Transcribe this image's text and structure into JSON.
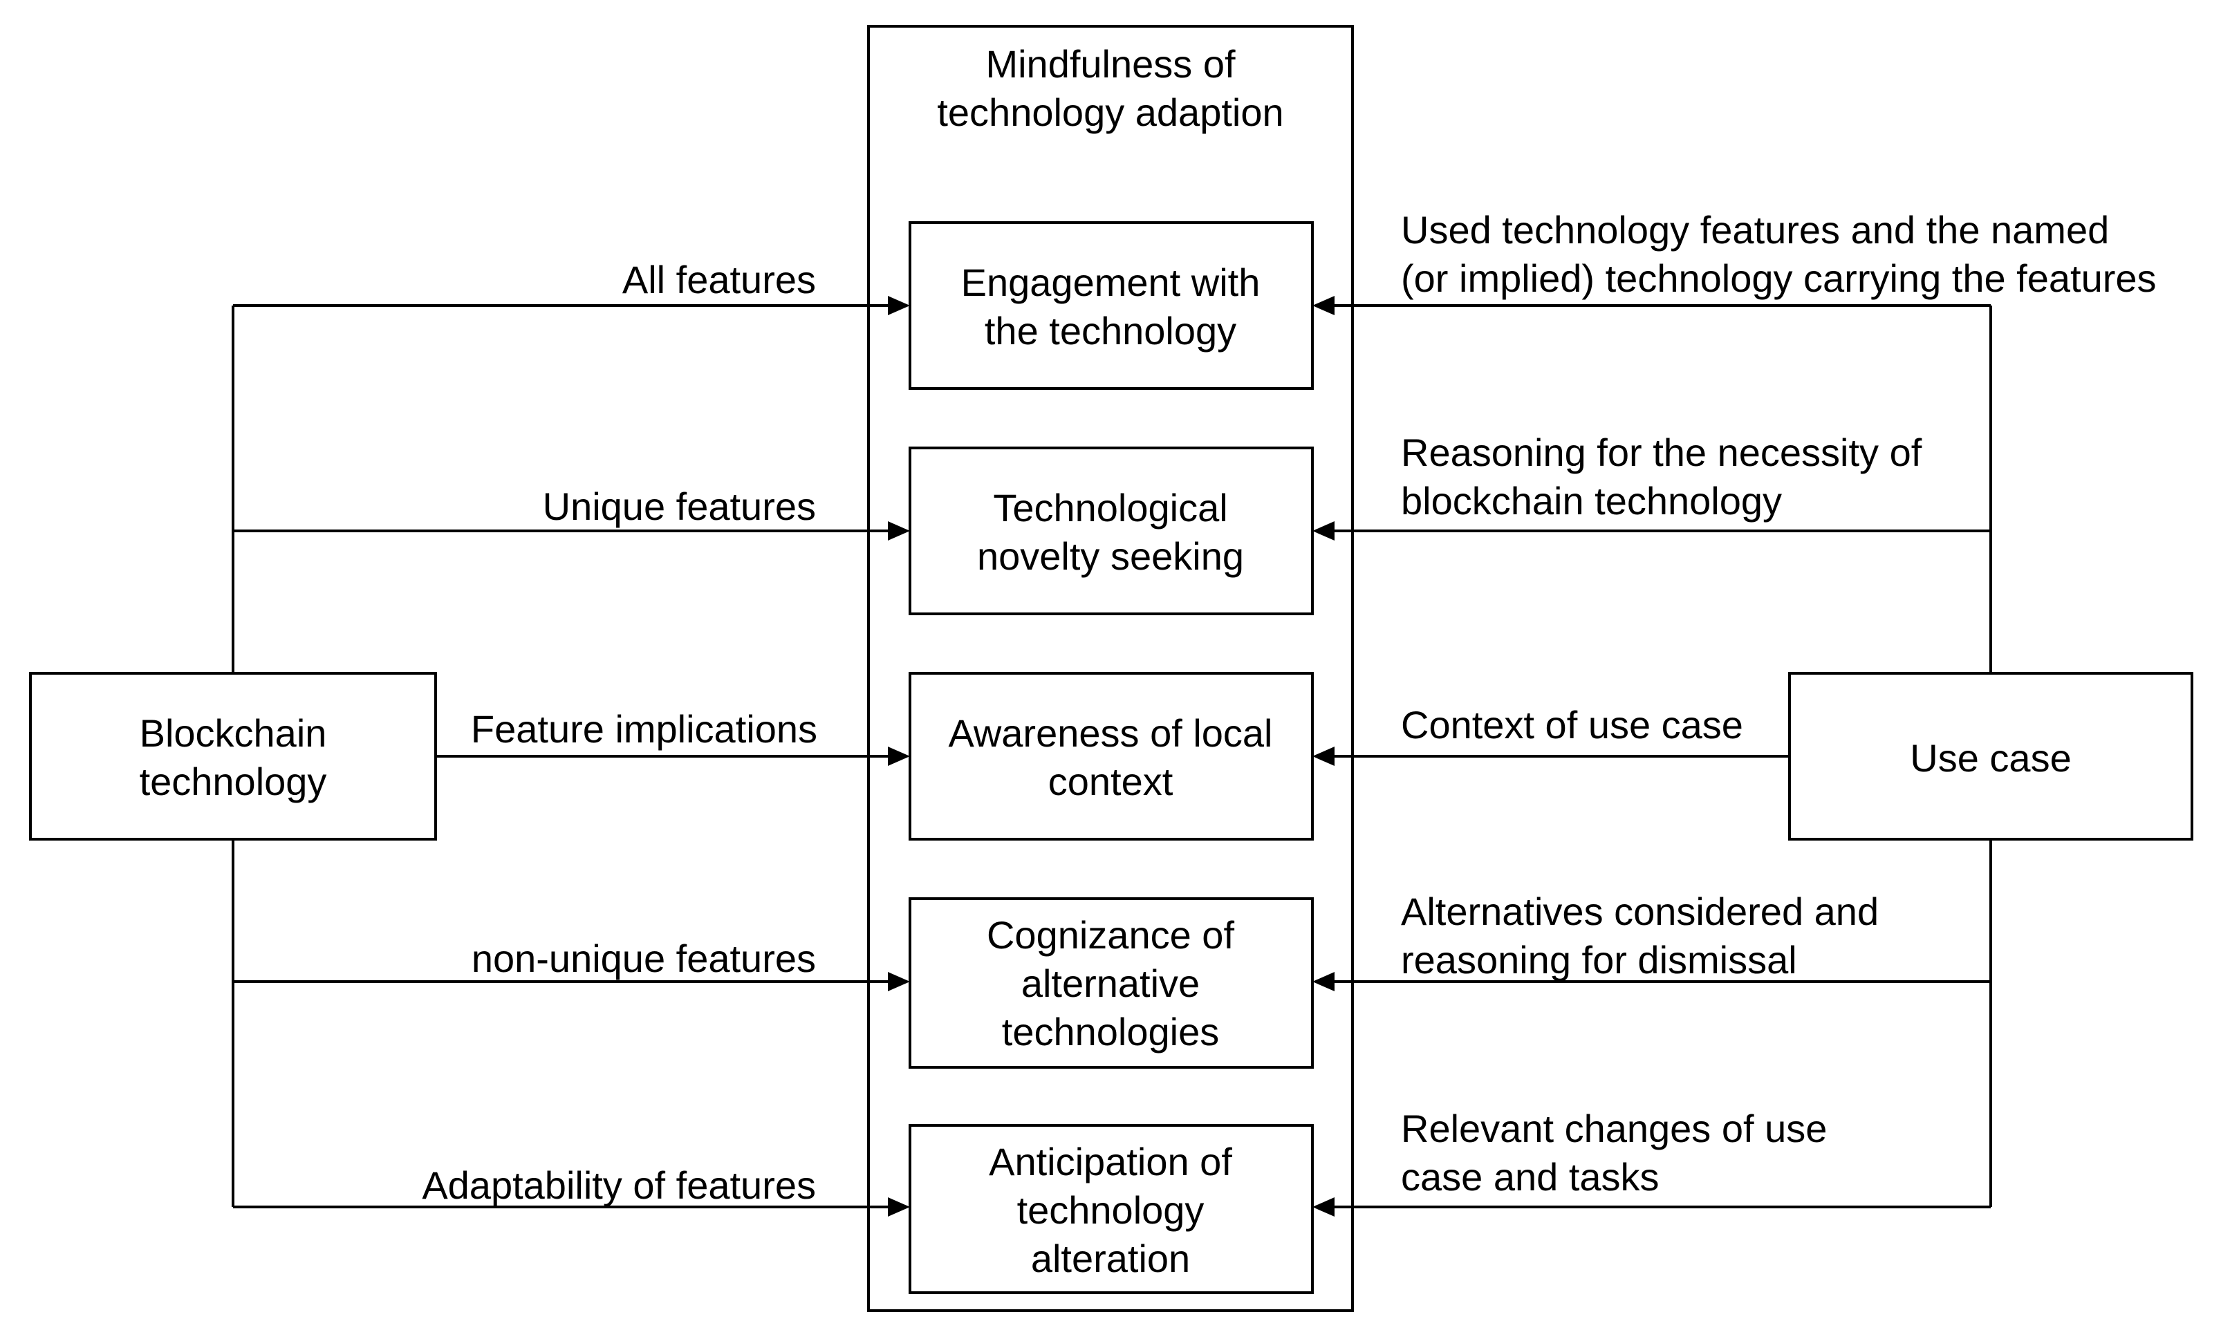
{
  "container": {
    "title_line1": "Mindfulness of",
    "title_line2": "technology adaption"
  },
  "left_box": {
    "line1": "Blockchain",
    "line2": "technology"
  },
  "right_box": {
    "line1": "Use case"
  },
  "center_boxes": [
    {
      "line1": "Engagement with",
      "line2": "the technology"
    },
    {
      "line1": "Technological",
      "line2": "novelty seeking"
    },
    {
      "line1": "Awareness of local",
      "line2": "context"
    },
    {
      "line1": "Cognizance of",
      "line2": "alternative",
      "line3": "technologies"
    },
    {
      "line1": "Anticipation of",
      "line2": "technology",
      "line3": "alteration"
    }
  ],
  "left_labels": [
    "All features",
    "Unique features",
    "Feature implications",
    "non-unique features",
    "Adaptability of features"
  ],
  "right_labels": [
    {
      "line1": "Used technology features and the named",
      "line2": "(or implied) technology carrying the features"
    },
    {
      "line1": "Reasoning for the necessity of",
      "line2": "blockchain technology"
    },
    {
      "line1": "Context of use case"
    },
    {
      "line1": "Alternatives considered and",
      "line2": "reasoning for dismissal"
    },
    {
      "line1": "Relevant changes of use",
      "line2": "case and tasks"
    }
  ]
}
